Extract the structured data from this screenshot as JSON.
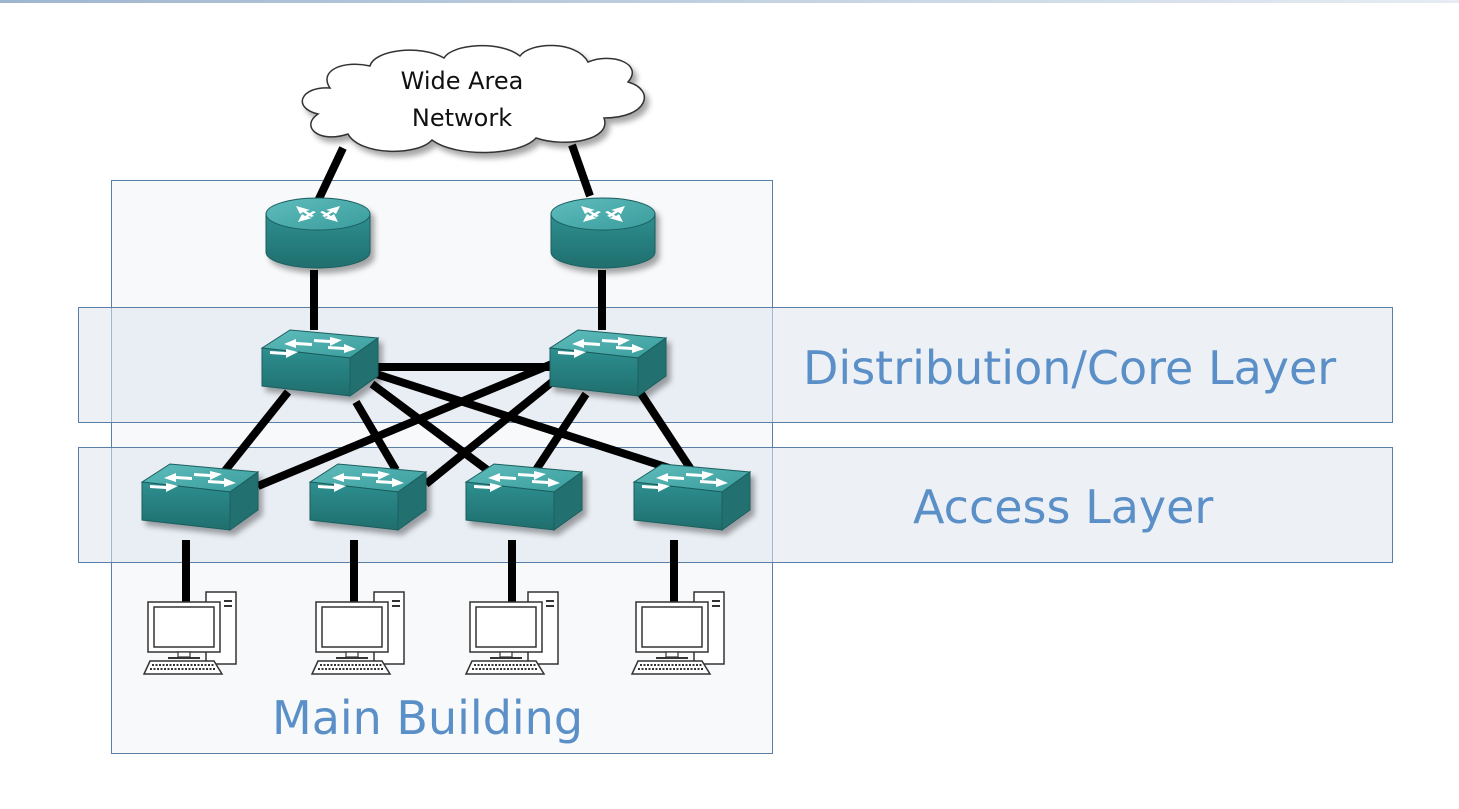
{
  "diagram": {
    "wan_label_line1": "Wide Area",
    "wan_label_line2": "Network",
    "distribution_label": "Distribution/Core Layer",
    "access_label": "Access Layer",
    "building_label": "Main Building"
  },
  "colors": {
    "label": "#5b8fc7",
    "box_border": "#5a7fa6",
    "device_teal": "#2e8a8a",
    "link": "#000000"
  }
}
